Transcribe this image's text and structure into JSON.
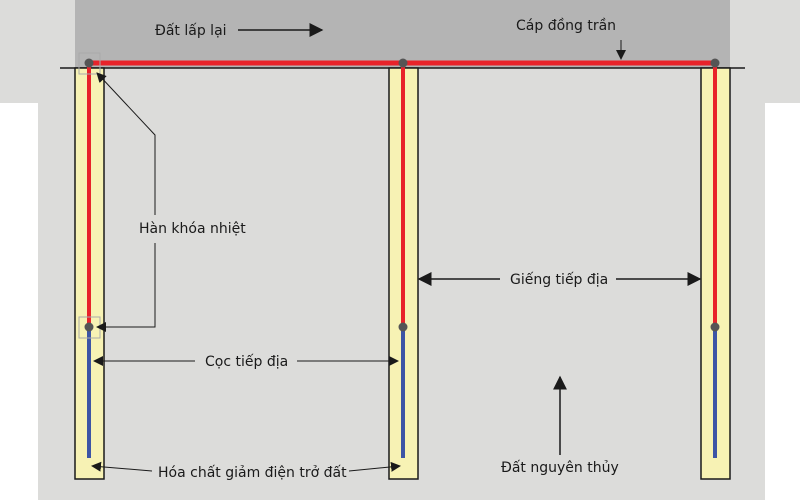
{
  "labels": {
    "backfill": "Đất lấp lại",
    "bare_cable": "Cáp đồng trần",
    "thermal_weld": "Hàn khóa nhiệt",
    "ground_well": "Giếng tiếp địa",
    "ground_rod": "Cọc tiếp địa",
    "chemical": "Hóa chất giảm điện trở đất",
    "native_soil": "Đất nguyên thủy"
  },
  "colors": {
    "soil": "#dcdcda",
    "backfill": "#b4b4b4",
    "well_fill": "#f7f2b4",
    "cable": "#e8232a",
    "rod": "#3d55a5",
    "joint": "#555555",
    "line": "#1a1a1a"
  }
}
